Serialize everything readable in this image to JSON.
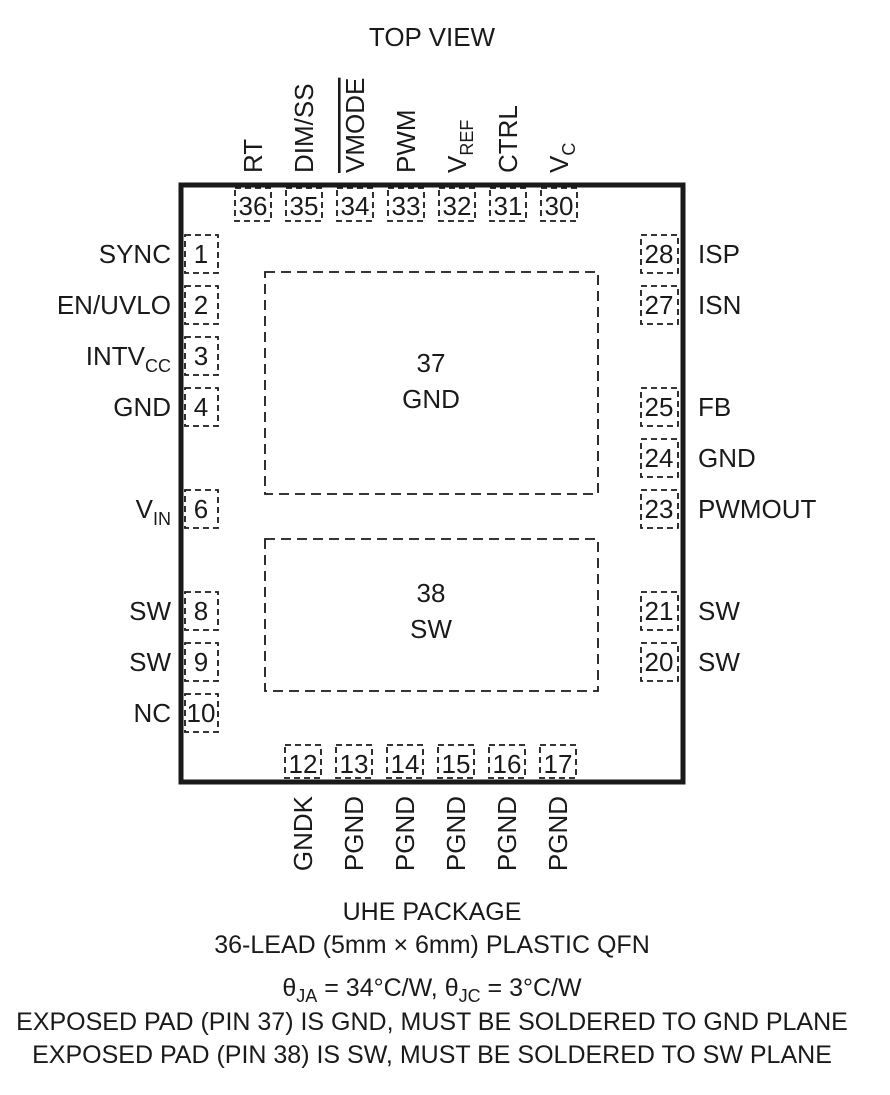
{
  "header": {
    "title": "TOP VIEW"
  },
  "pins": {
    "top": [
      {
        "number": "36",
        "label": "RT"
      },
      {
        "number": "35",
        "label": "DIM/SS"
      },
      {
        "number": "34",
        "label": "VMODE",
        "overline": true
      },
      {
        "number": "33",
        "label": "PWM"
      },
      {
        "number": "32",
        "label_main": "V",
        "label_sub": "REF"
      },
      {
        "number": "31",
        "label": "CTRL"
      },
      {
        "number": "30",
        "label_main": "V",
        "label_sub": "C"
      }
    ],
    "left": [
      {
        "number": "1",
        "label": "SYNC"
      },
      {
        "number": "2",
        "label": "EN/UVLO"
      },
      {
        "number": "3",
        "label_main": "INTV",
        "label_sub": "CC"
      },
      {
        "number": "4",
        "label": "GND"
      },
      {
        "number": "6",
        "label_main": "V",
        "label_sub": "IN"
      },
      {
        "number": "8",
        "label": "SW"
      },
      {
        "number": "9",
        "label": "SW"
      },
      {
        "number": "10",
        "label": "NC"
      }
    ],
    "right": [
      {
        "number": "28",
        "label": "ISP"
      },
      {
        "number": "27",
        "label": "ISN"
      },
      {
        "number": "25",
        "label": "FB"
      },
      {
        "number": "24",
        "label": "GND"
      },
      {
        "number": "23",
        "label": "PWMOUT"
      },
      {
        "number": "21",
        "label": "SW"
      },
      {
        "number": "20",
        "label": "SW"
      }
    ],
    "bottom": [
      {
        "number": "12",
        "label": "GNDK"
      },
      {
        "number": "13",
        "label": "PGND"
      },
      {
        "number": "14",
        "label": "PGND"
      },
      {
        "number": "15",
        "label": "PGND"
      },
      {
        "number": "16",
        "label": "PGND"
      },
      {
        "number": "17",
        "label": "PGND"
      }
    ]
  },
  "pads": [
    {
      "number": "37",
      "label": "GND"
    },
    {
      "number": "38",
      "label": "SW"
    }
  ],
  "footer": {
    "package_name": "UHE PACKAGE",
    "package_desc": "36-LEAD (5mm × 6mm) PLASTIC QFN",
    "thermal": {
      "theta": "θ",
      "ja_sub": "JA",
      "ja_value": " = 34°C/W, ",
      "jc_sub": "JC",
      "jc_value": " = 3°C/W"
    },
    "note1": "EXPOSED PAD (PIN 37) IS GND, MUST BE SOLDERED TO GND PLANE",
    "note2": "EXPOSED PAD (PIN 38) IS SW, MUST BE SOLDERED TO SW PLANE"
  }
}
